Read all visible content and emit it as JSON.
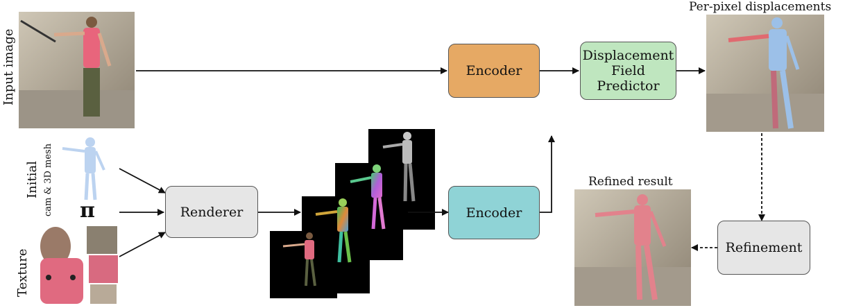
{
  "labels": {
    "input_image": "Input image",
    "initial": "Initial",
    "cam_and_mesh": "cam & 3D mesh",
    "pi_symbol": "π",
    "texture": "Texture",
    "per_pixel": "Per-pixel displacements",
    "refined_result": "Refined result"
  },
  "boxes": {
    "encoder_top": "Encoder",
    "encoder_bottom": "Encoder",
    "renderer": "Renderer",
    "displacement_line1": "Displacement",
    "displacement_line2": "Field",
    "displacement_line3": "Predictor",
    "refinement": "Refinement"
  },
  "colors": {
    "encoder_top": "#e6a964",
    "encoder_bottom": "#8fd3d6",
    "renderer": "#e6e6e6",
    "displacement": "#bfe6bf",
    "refinement": "#e6e6e6",
    "arrow": "#111111"
  }
}
